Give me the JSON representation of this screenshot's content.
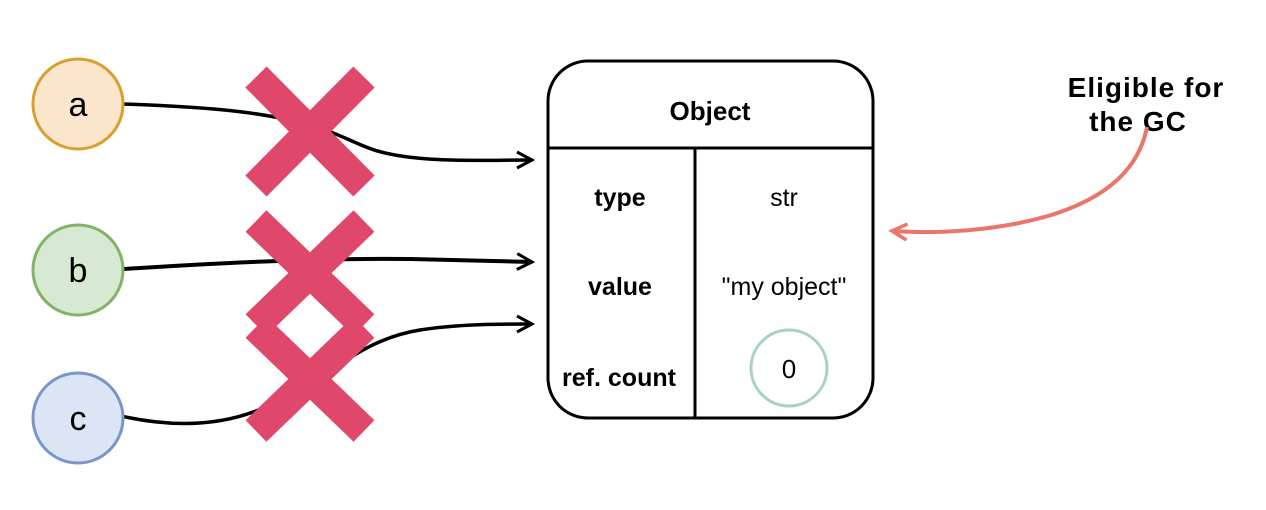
{
  "diagram": {
    "title_semantic": "Reference counting garbage collection diagram",
    "variables": [
      {
        "label": "a",
        "fill": "#FBE5CD",
        "stroke": "#D9A02D"
      },
      {
        "label": "b",
        "fill": "#D8E9D3",
        "stroke": "#82B366"
      },
      {
        "label": "c",
        "fill": "#DBE5F5",
        "stroke": "#7A96C9"
      }
    ],
    "object_table": {
      "title": "Object",
      "rows": [
        {
          "field": "type",
          "value": "str"
        },
        {
          "field": "value",
          "value": "\"my object\""
        },
        {
          "field": "ref. count",
          "value": "0"
        }
      ]
    },
    "annotation": {
      "line1": "Eligible for",
      "line2": "the GC"
    },
    "styles": {
      "background": "#ffffff",
      "connector": "#000000",
      "table_border": "#000000",
      "cross": "#E0486B",
      "annotation": "#E8766B",
      "ref_count_ring": "#A8D3BF",
      "text": "#000000"
    }
  }
}
